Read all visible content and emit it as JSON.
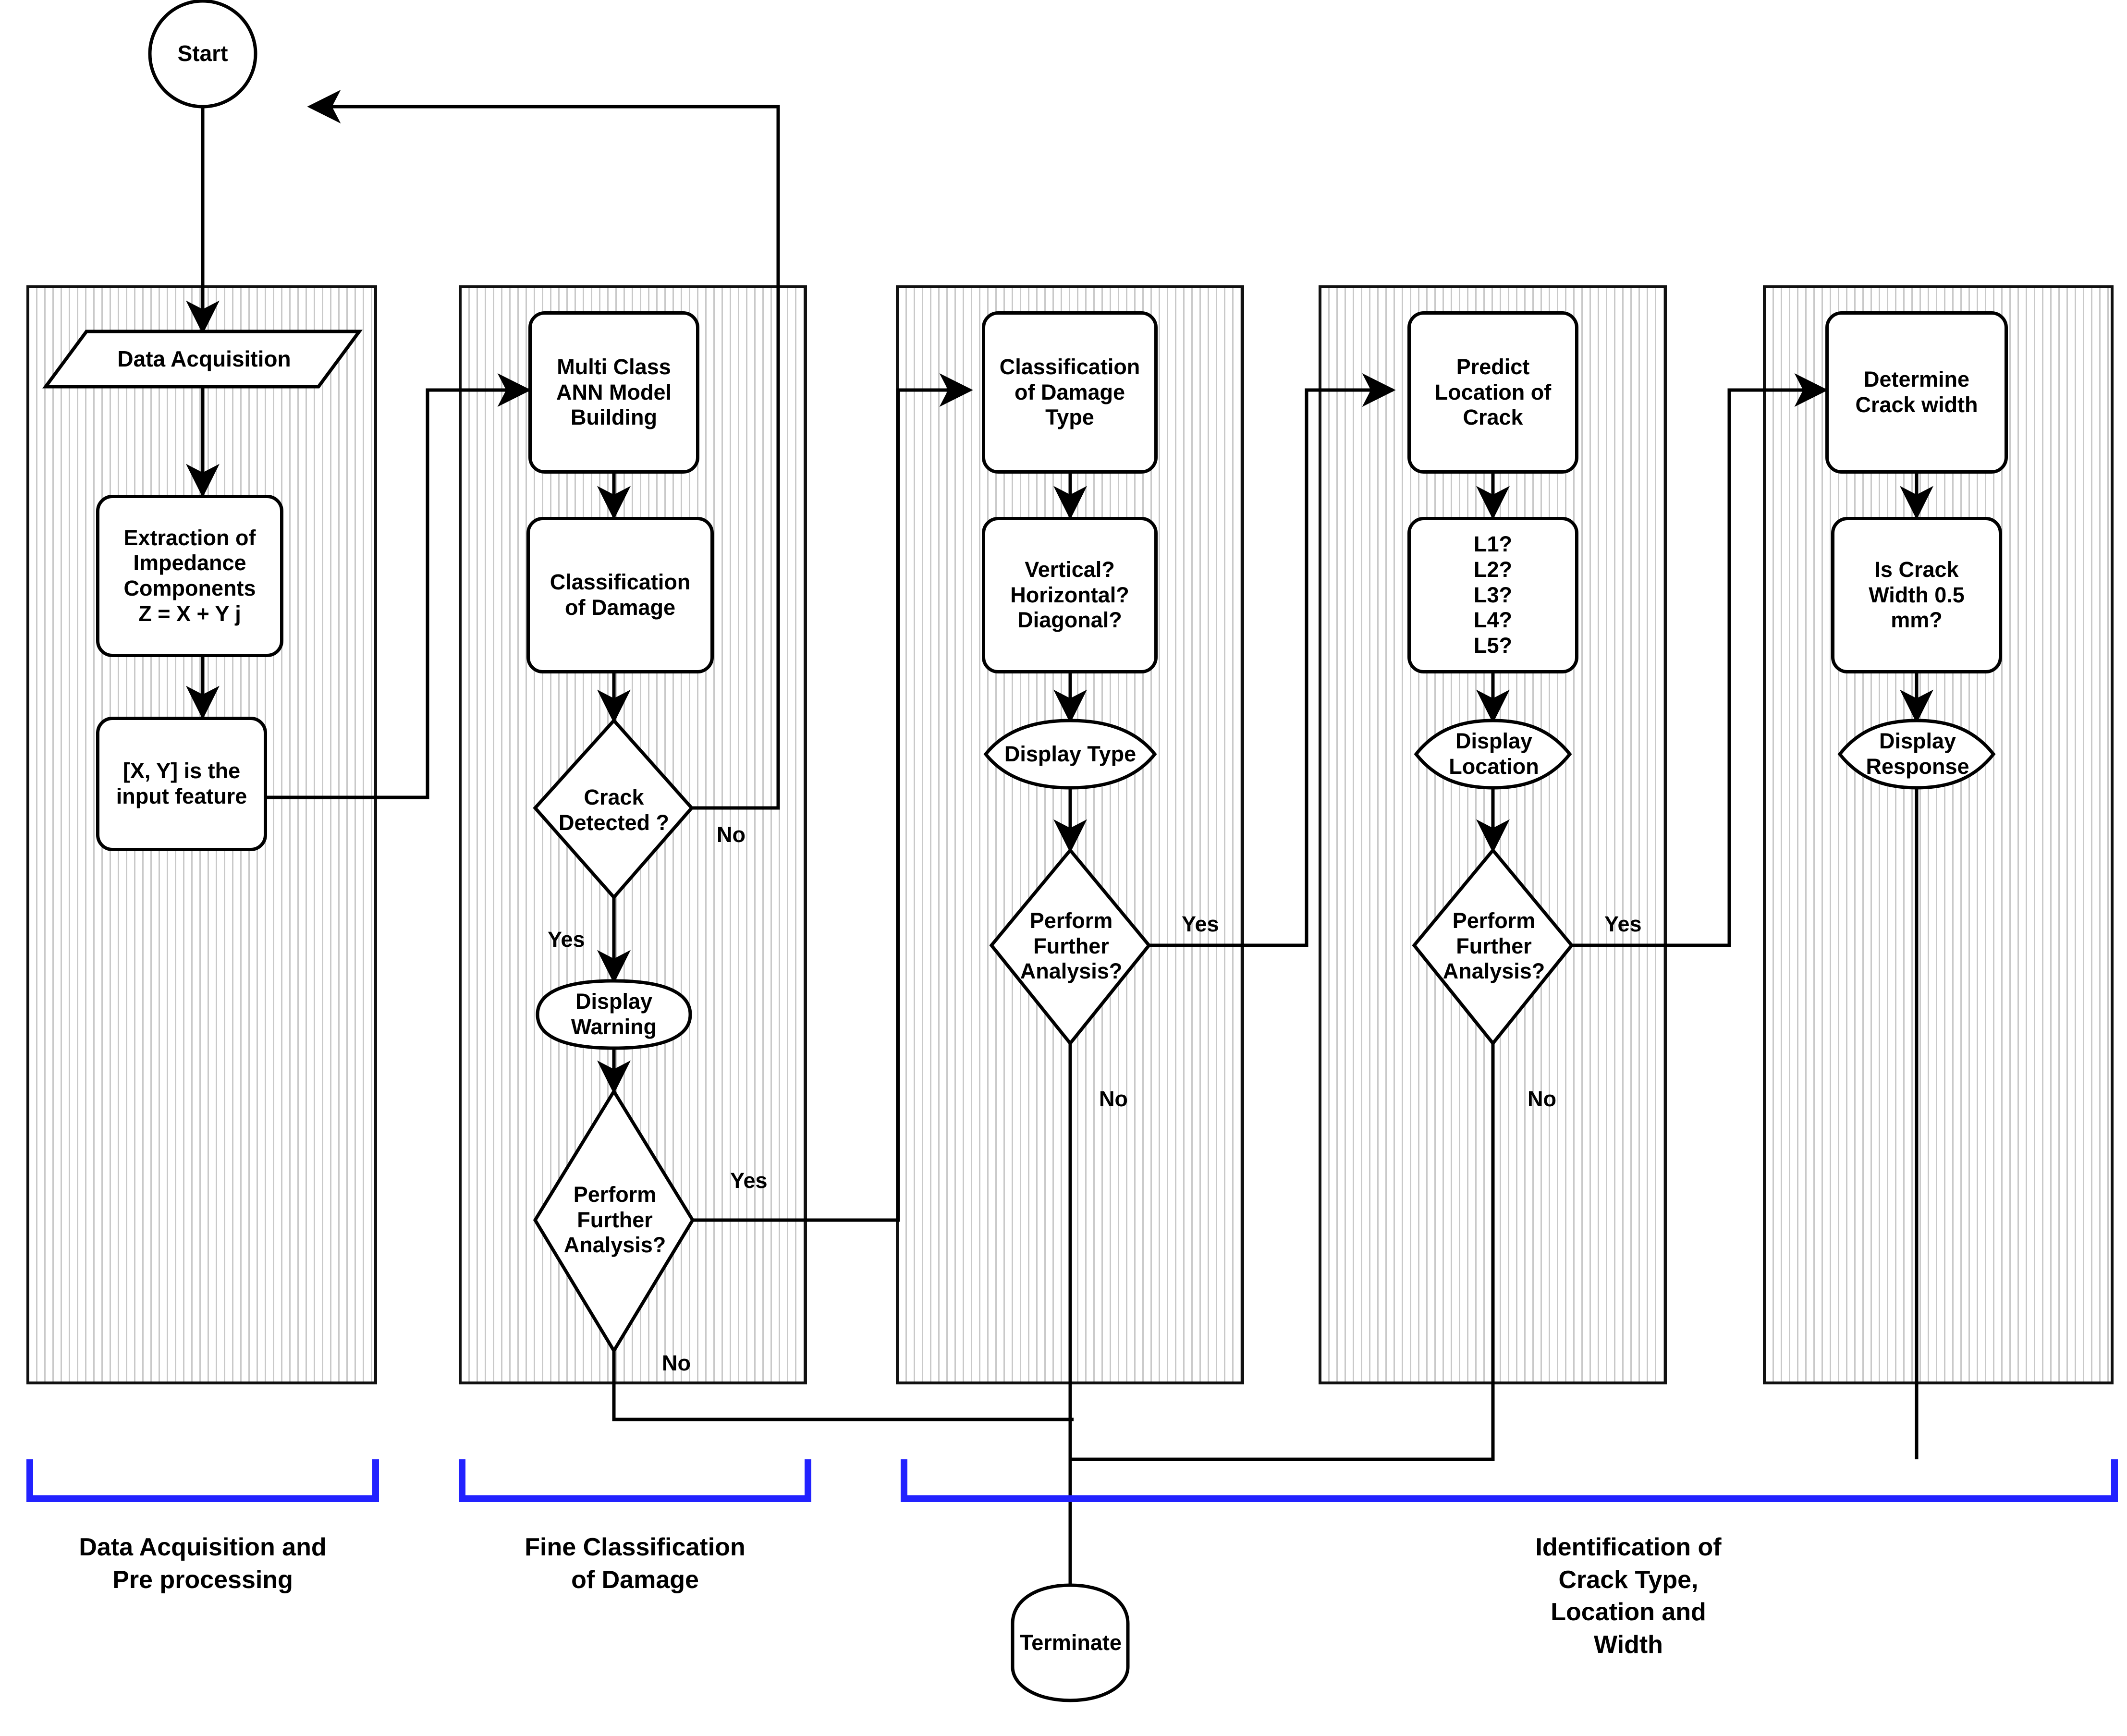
{
  "diagram": {
    "title": "Crack detection ANN workflow flowchart",
    "colors": {
      "stroke": "#000000",
      "lane_border": "#111111",
      "bracket": "#2222FF",
      "background": "#FFFFFF"
    }
  },
  "nodes": {
    "start": "Start",
    "data_acquisition": "Data Acquisition",
    "extraction": "Extraction of\nImpedance\nComponents\nZ = X + Y j",
    "input_feature": "[X, Y] is the\ninput feature",
    "ann_model": "Multi Class\nANN Model\nBuilding",
    "classification_damage": "Classification\nof Damage",
    "crack_detected": "Crack\nDetected ?",
    "display_warning": "Display\nWarning",
    "perform_further_1": "Perform\nFurther\nAnalysis?",
    "classification_damage_type": "Classification\nof Damage\nType",
    "orientation": "Vertical?\nHorizontal?\nDiagonal?",
    "display_type": "Display Type",
    "perform_further_2": "Perform\nFurther\nAnalysis?",
    "predict_location": "Predict\nLocation of\nCrack",
    "location_labels": "L1?\nL2?\nL3?\nL4?\nL5?",
    "display_location": "Display\nLocation",
    "perform_further_3": "Perform\nFurther\nAnalysis?",
    "determine_width": "Determine\nCrack width",
    "is_width": "Is Crack\nWidth 0.5\nmm?",
    "display_response": "Display\nResponse",
    "terminate": "Terminate"
  },
  "edge_labels": {
    "crack_no": "No",
    "crack_yes": "Yes",
    "pfa1_yes": "Yes",
    "pfa1_no": "No",
    "pfa2_yes": "Yes",
    "pfa2_no": "No",
    "pfa3_yes": "Yes",
    "pfa3_no": "No"
  },
  "phases": [
    {
      "id": "phase-data-acquisition",
      "label": "Data Acquisition and\nPre processing"
    },
    {
      "id": "phase-fine-classification",
      "label": "Fine Classification\nof Damage"
    },
    {
      "id": "phase-identification",
      "label": "Identification of\nCrack Type,\nLocation and\nWidth"
    }
  ]
}
